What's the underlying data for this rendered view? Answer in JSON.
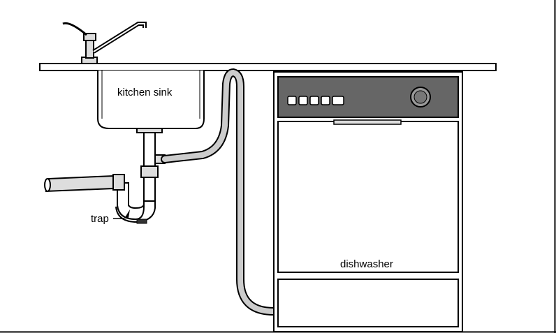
{
  "labels": {
    "sink": "kitchen sink",
    "trap": "trap",
    "dishwasher": "dishwasher"
  },
  "colors": {
    "line": "#000000",
    "fill": "#ffffff",
    "panel": "#666666",
    "pipe_fill": "#dddddd",
    "hose_fill": "#cccccc"
  },
  "icons": [
    "faucet-icon",
    "dial-knob-icon"
  ],
  "control_panel": {
    "button_count": 5
  }
}
